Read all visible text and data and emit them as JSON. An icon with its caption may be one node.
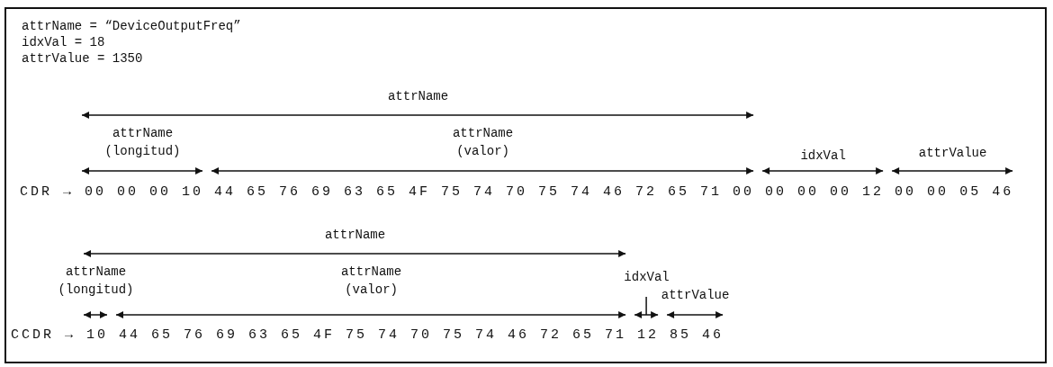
{
  "diagram": {
    "labels": [
      "attrName = “DeviceOutputFreq”",
      "idxVal = 18",
      "attrValue = 1350",
      "attrName",
      "attrName (longitud)",
      "attrName (valor)",
      "idxVal",
      "attrValue",
      "CDR → 00 00 00 10 44 65 76 69 63 65 4F 75 74 70 75 74 46 72 65 71 00 00 00 00 12 00 00 05 46",
      "attrName",
      "attrName (longitud)",
      "attrName (valor)",
      "idxVal",
      "attrValue",
      "CCDR → 10 44 65 76 69 63 65 4F 75 74 70 75 74 46 72 65 71 12 85 46"
    ]
  }
}
